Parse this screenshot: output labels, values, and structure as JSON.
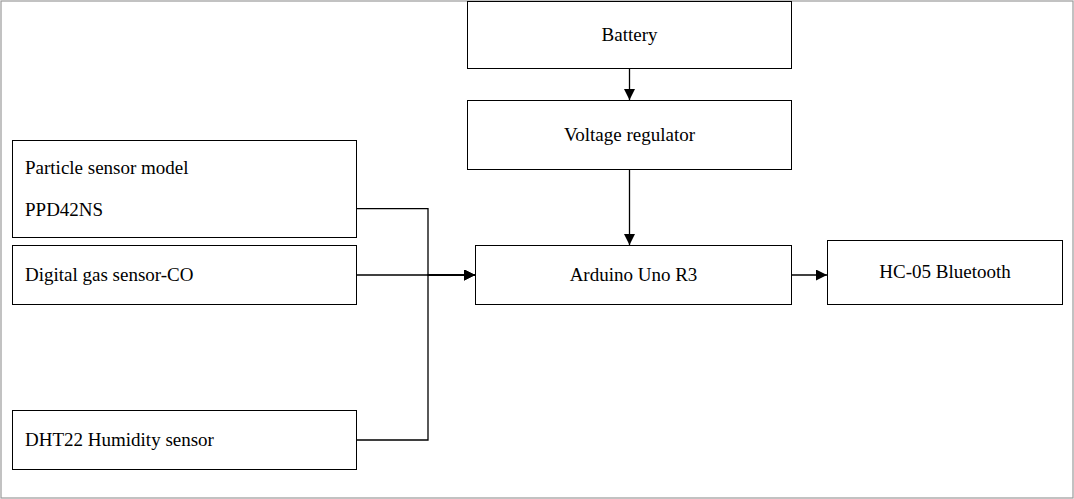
{
  "diagram": {
    "nodes": [
      {
        "text": [
          "Battery"
        ]
      },
      {
        "text": [
          "Voltage regulator"
        ]
      },
      {
        "text": [
          "Particle sensor model PPD42NS"
        ]
      },
      {
        "text": [
          "Digital gas sensor-CO"
        ]
      },
      {
        "text": [
          "Arduino Uno R3"
        ]
      },
      {
        "text": [
          "HC-05 Bluetooth"
        ]
      },
      {
        "text": [
          "DHT22 Humidity sensor"
        ]
      }
    ],
    "edges": [
      {
        "from": 0,
        "to": 1,
        "arrow": "to"
      },
      {
        "from": 1,
        "to": 4,
        "arrow": "to"
      },
      {
        "from": 2,
        "to": 4,
        "arrow": "to"
      },
      {
        "from": 3,
        "to": 4,
        "arrow": "to"
      },
      {
        "from": 6,
        "to": 4,
        "arrow": "to"
      },
      {
        "from": 4,
        "to": 5,
        "arrow": "to"
      }
    ]
  }
}
